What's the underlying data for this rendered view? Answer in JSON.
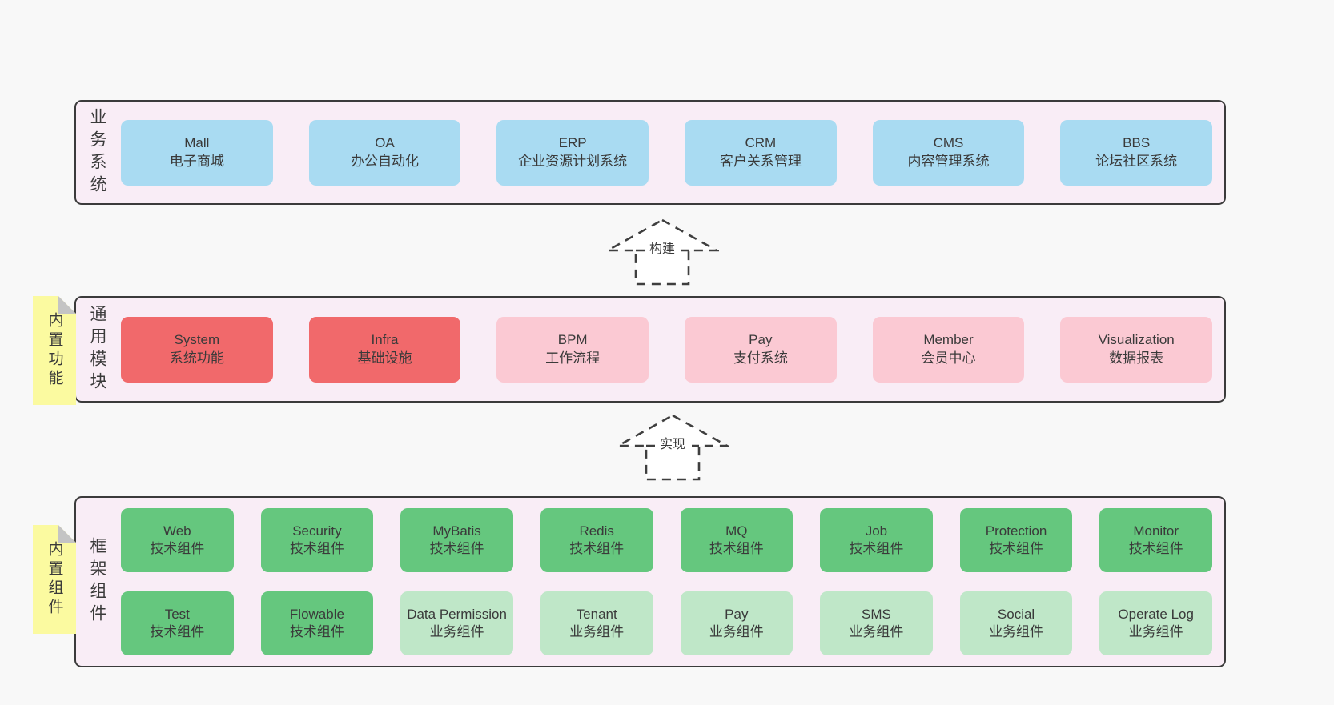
{
  "diagram": {
    "background": "#f8f8f8",
    "colors": {
      "blue": "#a9dbf2",
      "red": "#f1696b",
      "pink": "#fbc9d3",
      "green": "#65c77e",
      "lightgreen": "#bfe7c8",
      "container_fill": "#f9edf6",
      "container_border": "#3b3b3b",
      "tab_fill": "#fbfaa0",
      "tab_fold": "#c4c4c4",
      "arrow_fill": "#ffffff",
      "arrow_stroke": "#3f3f3f",
      "text": "#3a3a3a"
    },
    "layers": [
      {
        "id": "business",
        "label": "业务系统",
        "tab": "",
        "rows": [
          [
            {
              "title": "Mall",
              "subtitle": "电子商城",
              "variant": "blue"
            },
            {
              "title": "OA",
              "subtitle": "办公自动化",
              "variant": "blue"
            },
            {
              "title": "ERP",
              "subtitle": "企业资源计划系统",
              "variant": "blue"
            },
            {
              "title": "CRM",
              "subtitle": "客户关系管理",
              "variant": "blue"
            },
            {
              "title": "CMS",
              "subtitle": "内容管理系统",
              "variant": "blue"
            },
            {
              "title": "BBS",
              "subtitle": "论坛社区系统",
              "variant": "blue"
            }
          ]
        ]
      },
      {
        "id": "modules",
        "label": "通用模块",
        "tab": "内置功能",
        "rows": [
          [
            {
              "title": "System",
              "subtitle": "系统功能",
              "variant": "red"
            },
            {
              "title": "Infra",
              "subtitle": "基础设施",
              "variant": "red"
            },
            {
              "title": "BPM",
              "subtitle": "工作流程",
              "variant": "pink"
            },
            {
              "title": "Pay",
              "subtitle": "支付系统",
              "variant": "pink"
            },
            {
              "title": "Member",
              "subtitle": "会员中心",
              "variant": "pink"
            },
            {
              "title": "Visualization",
              "subtitle": "数据报表",
              "variant": "pink"
            }
          ]
        ]
      },
      {
        "id": "components",
        "label": "框架组件",
        "tab": "内置组件",
        "rows": [
          [
            {
              "title": "Web",
              "subtitle": "技术组件",
              "variant": "green"
            },
            {
              "title": "Security",
              "subtitle": "技术组件",
              "variant": "green"
            },
            {
              "title": "MyBatis",
              "subtitle": "技术组件",
              "variant": "green"
            },
            {
              "title": "Redis",
              "subtitle": "技术组件",
              "variant": "green"
            },
            {
              "title": "MQ",
              "subtitle": "技术组件",
              "variant": "green"
            },
            {
              "title": "Job",
              "subtitle": "技术组件",
              "variant": "green"
            },
            {
              "title": "Protection",
              "subtitle": "技术组件",
              "variant": "green"
            },
            {
              "title": "Monitor",
              "subtitle": "技术组件",
              "variant": "green"
            }
          ],
          [
            {
              "title": "Test",
              "subtitle": "技术组件",
              "variant": "green"
            },
            {
              "title": "Flowable",
              "subtitle": "技术组件",
              "variant": "green"
            },
            {
              "title": "Data Permission",
              "subtitle": "业务组件",
              "variant": "lightgreen"
            },
            {
              "title": "Tenant",
              "subtitle": "业务组件",
              "variant": "lightgreen"
            },
            {
              "title": "Pay",
              "subtitle": "业务组件",
              "variant": "lightgreen"
            },
            {
              "title": "SMS",
              "subtitle": "业务组件",
              "variant": "lightgreen"
            },
            {
              "title": "Social",
              "subtitle": "业务组件",
              "variant": "lightgreen"
            },
            {
              "title": "Operate Log",
              "subtitle": "业务组件",
              "variant": "lightgreen"
            }
          ]
        ]
      }
    ],
    "arrows": [
      {
        "label": "构建"
      },
      {
        "label": "实现"
      }
    ]
  }
}
